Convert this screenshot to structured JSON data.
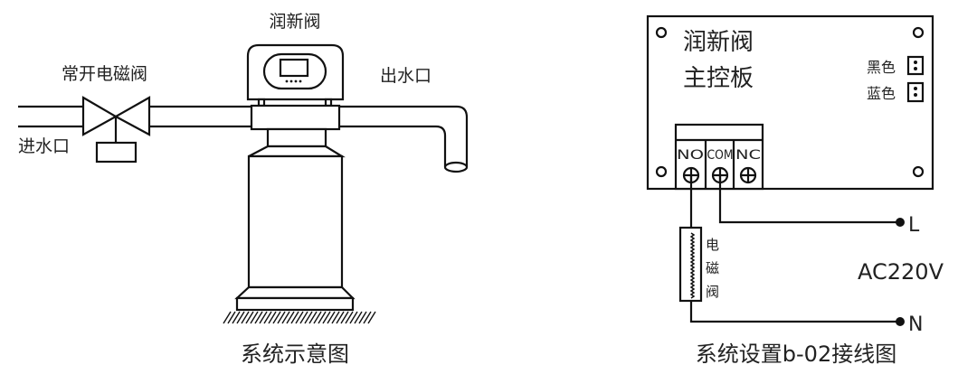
{
  "system_diagram": {
    "valve_head_label": "润新阀",
    "solenoid_label": "常开电磁阀",
    "inlet_label": "进水口",
    "outlet_label": "出水口",
    "caption": "系统示意图"
  },
  "wiring_diagram": {
    "board_title_line1": "润新阀",
    "board_title_line2": "主控板",
    "connector_black": "黑色",
    "connector_blue": "蓝色",
    "terminals": [
      "NO",
      "COM",
      "NC"
    ],
    "solenoid_vertical": [
      "电",
      "磁",
      "阀"
    ],
    "line_L": "L",
    "line_N": "N",
    "supply": "AC220V",
    "caption": "系统设置b-02接线图"
  },
  "colors": {
    "line": "#111111",
    "background": "#ffffff"
  }
}
